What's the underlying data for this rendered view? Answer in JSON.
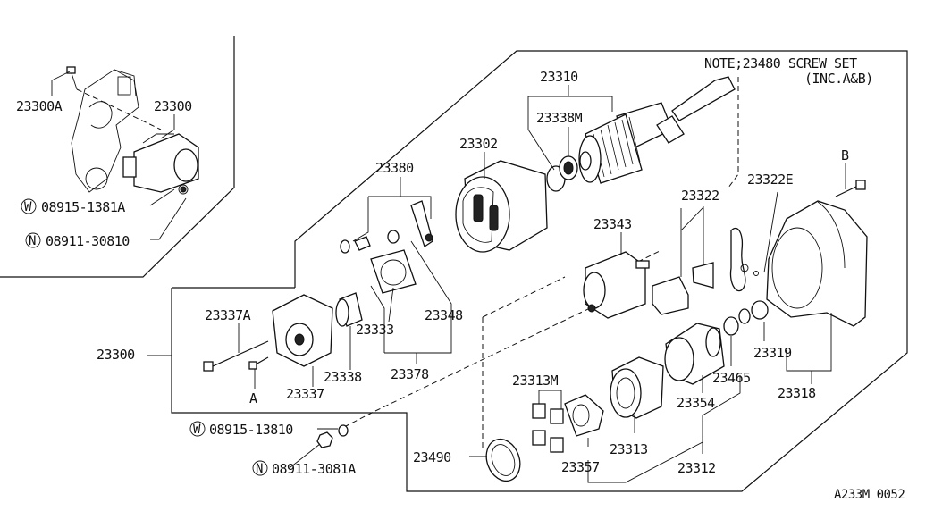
{
  "note": {
    "line1": "NOTE;23480 SCREW SET",
    "line2": "(INC.A&B)"
  },
  "figure_code": "A233M 0052",
  "inset": {
    "labels": {
      "p23300A": "23300A",
      "p23300": "23300",
      "w_bolt": "08915-1381A",
      "n_nut": "08911-30810"
    },
    "w_symbol": "W",
    "n_symbol": "N"
  },
  "parts": {
    "p23310": "23310",
    "p23338M": "23338M",
    "p23302": "23302",
    "p23380": "23380",
    "p23322": "23322",
    "p23322E": "23322E",
    "ref_B": "B",
    "p23343": "23343",
    "p23337A": "23337A",
    "p23348": "23348",
    "p23333": "23333",
    "p23300_main": "23300",
    "p23338": "23338",
    "p23378": "23378",
    "ref_A": "A",
    "p23337": "23337",
    "p23319": "23319",
    "p23465": "23465",
    "p23318": "23318",
    "p23313M": "23313M",
    "p23354": "23354",
    "w_bolt2": "08915-13810",
    "p23313": "23313",
    "p23490": "23490",
    "p23357": "23357",
    "p23312": "23312",
    "n_nut2": "08911-3081A"
  },
  "w_symbol": "W",
  "n_symbol": "N"
}
